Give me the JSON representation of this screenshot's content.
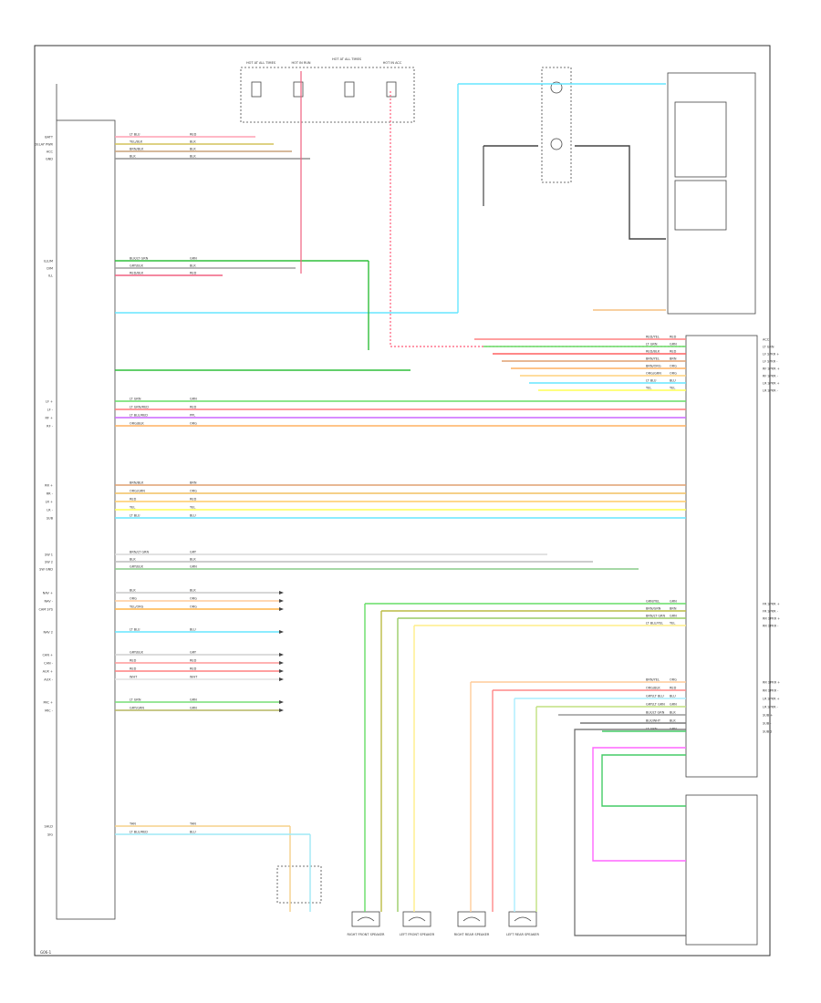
{
  "left_module": {
    "pins_top": [
      {
        "label": "BATT",
        "wire": "LT BLU",
        "code": "RED",
        "color": "#ffa0b4"
      },
      {
        "label": "DELAY PWR",
        "wire": "YEL/BLK",
        "code": "BLK",
        "color": "#d4c25a"
      },
      {
        "label": "ACC",
        "wire": "BRN/BLK",
        "code": "BLK",
        "color": "#c9a27a"
      },
      {
        "label": "GND",
        "wire": "BLK",
        "code": "BLK",
        "color": "#909090"
      }
    ],
    "pins_mid": [
      {
        "label": "ILLUM",
        "wire": "BLK/LT GRN",
        "code": "GRN",
        "color": "#2fbf3a"
      },
      {
        "label": "DIM",
        "wire": "GRY/BLK",
        "code": "BLK",
        "color": "#a0a0a0"
      },
      {
        "label": "ILL",
        "wire": "RED/BLK",
        "code": "RED",
        "color": "#f06080"
      }
    ],
    "pins_audio": [
      {
        "label": "LF +",
        "wire": "LT GRN",
        "code": "GRN",
        "color": "#66dd66"
      },
      {
        "label": "LF -",
        "wire": "LT GRN/RED",
        "code": "RED",
        "color": "#ff7a7a"
      },
      {
        "label": "RF +",
        "wire": "LT BLU/RED",
        "code": "PPL",
        "color": "#cc66ff"
      },
      {
        "label": "RF -",
        "wire": "ORG/BLK",
        "code": "ORG",
        "color": "#ffb060"
      },
      {
        "label": "RR +",
        "wire": "BRN/BLK",
        "code": "BRN",
        "color": "#e0a070"
      },
      {
        "label": "RR -",
        "wire": "ORG/GRN",
        "code": "ORG",
        "color": "#f2c060"
      },
      {
        "label": "LR +",
        "wire": "RED",
        "code": "RED",
        "color": "#ffcc66"
      },
      {
        "label": "LR -",
        "wire": "YEL",
        "code": "YEL",
        "color": "#ffff55"
      },
      {
        "label": "SUB",
        "wire": "LT BLU",
        "code": "BLU",
        "color": "#66e6ff"
      }
    ],
    "pins_bottom": [
      {
        "label": "SW 1",
        "wire": "BRN/LT GRN",
        "code": "GRY",
        "color": "#d9d9d9"
      },
      {
        "label": "SW 2",
        "wire": "BLK",
        "code": "BLK",
        "color": "#bbbbbb"
      },
      {
        "label": "SW GND",
        "wire": "GRY/BLK",
        "code": "GRN",
        "color": "#88cc88"
      }
    ],
    "nav_pins": [
      {
        "label": "NAV +",
        "wire": "BLK",
        "code": "BLK",
        "color": "#c8c8c8"
      },
      {
        "label": "NAV -",
        "wire": "ORG",
        "code": "ORG",
        "color": "#ffcc99"
      },
      {
        "label": "CAM SYS",
        "wire": "YEL/ORG",
        "code": "ORG",
        "color": "#ffb347"
      },
      {
        "label": "NAV 2",
        "wire": "LT BLU",
        "code": "BLU",
        "color": "#66e6ff"
      },
      {
        "label": "CAN +",
        "wire": "GRY/BLK",
        "code": "GRY",
        "color": "#d0d0d0"
      },
      {
        "label": "CAN -",
        "wire": "RED",
        "code": "RED",
        "color": "#ff9999"
      },
      {
        "label": "AUX +",
        "wire": "RED",
        "code": "RED",
        "color": "#ff8080"
      },
      {
        "label": "AUX -",
        "wire": "WHT",
        "code": "WHT",
        "color": "#e0e0e0"
      },
      {
        "label": "MIC +",
        "wire": "LT GRN",
        "code": "GRN",
        "color": "#77dd77"
      },
      {
        "label": "MIC -",
        "wire": "GRY/GRN",
        "code": "GRN",
        "color": "#b5b560"
      }
    ],
    "rear_pins": [
      {
        "label": "SHLD",
        "wire": "TAN",
        "code": "TAN",
        "color": "#f5d08a"
      },
      {
        "label": "SIG",
        "wire": "LT BLU/RED",
        "code": "BLU",
        "color": "#9fe8f5"
      }
    ]
  },
  "right_module": {
    "pins": [
      {
        "label": "ACC",
        "wire": "RED/YEL",
        "code": "RED",
        "color": "#ff8080"
      },
      {
        "label": "LT GRN",
        "wire": "LT GRN",
        "code": "GRN",
        "color": "#66dd66"
      },
      {
        "label": "LF SPKR +",
        "wire": "RED/BLK",
        "code": "RED",
        "color": "#ff6060"
      },
      {
        "label": "LF SPKR -",
        "wire": "BRN/YEL",
        "code": "BRN",
        "color": "#e0a070"
      },
      {
        "label": "RF SPKR +",
        "wire": "BRN/ORG",
        "code": "ORG",
        "color": "#ffb060"
      },
      {
        "label": "RF SPKR -",
        "wire": "ORG/GRN",
        "code": "ORG",
        "color": "#ffd27f"
      },
      {
        "label": "LR SPKR +",
        "wire": "LT BLU",
        "code": "BLU",
        "color": "#66e6ff"
      },
      {
        "label": "LR SPKR -",
        "wire": "YEL",
        "code": "YEL",
        "color": "#ffff55"
      }
    ],
    "speaker_pins": [
      {
        "label": "FR SPKR +",
        "wire": "GRN/YEL",
        "code": "GRN",
        "color": "#66dd66"
      },
      {
        "label": "FR SPKR -",
        "wire": "BRN/GRN",
        "code": "BRN",
        "color": "#bbbb44"
      },
      {
        "label": "RR SPKR +",
        "wire": "BRN/LT GRN",
        "code": "GRN",
        "color": "#99cc66"
      },
      {
        "label": "RR SPKR -",
        "wire": "LT BLU/YEL",
        "code": "YEL",
        "color": "#ffee88"
      }
    ],
    "lower_pins": [
      {
        "label": "RR SPKR +",
        "wire": "BRN/YEL",
        "code": "ORG",
        "color": "#ffcc99"
      },
      {
        "label": "RR SPKR -",
        "wire": "ORG/BLK",
        "code": "RED",
        "color": "#ff8888"
      },
      {
        "label": "LR SPKR +",
        "wire": "GRY/LT BLU",
        "code": "BLU",
        "color": "#aaeeff"
      },
      {
        "label": "LR SPKR -",
        "wire": "GRY/LT GRN",
        "code": "GRN",
        "color": "#c0e080"
      },
      {
        "label": "SUB +",
        "wire": "BLK/LT GRN",
        "code": "BLK",
        "color": "#999999"
      },
      {
        "label": "SUB -",
        "wire": "BLK/WHT",
        "code": "BLK",
        "color": "#777777"
      },
      {
        "label": "SUB 2",
        "wire": "LT GRN",
        "code": "GRN",
        "color": "#44cc66"
      }
    ]
  },
  "fuse_labels": [
    "HOT AT ALL TIMES",
    "HOT IN RUN",
    "HOT AT ALL TIMES",
    "HOT IN ACC"
  ],
  "speakers": [
    "RIGHT FRONT SPEAKER",
    "LEFT FRONT SPEAKER",
    "RIGHT REAR SPEAKER",
    "LEFT REAR SPEAKER"
  ],
  "footer_code": "G06-1"
}
